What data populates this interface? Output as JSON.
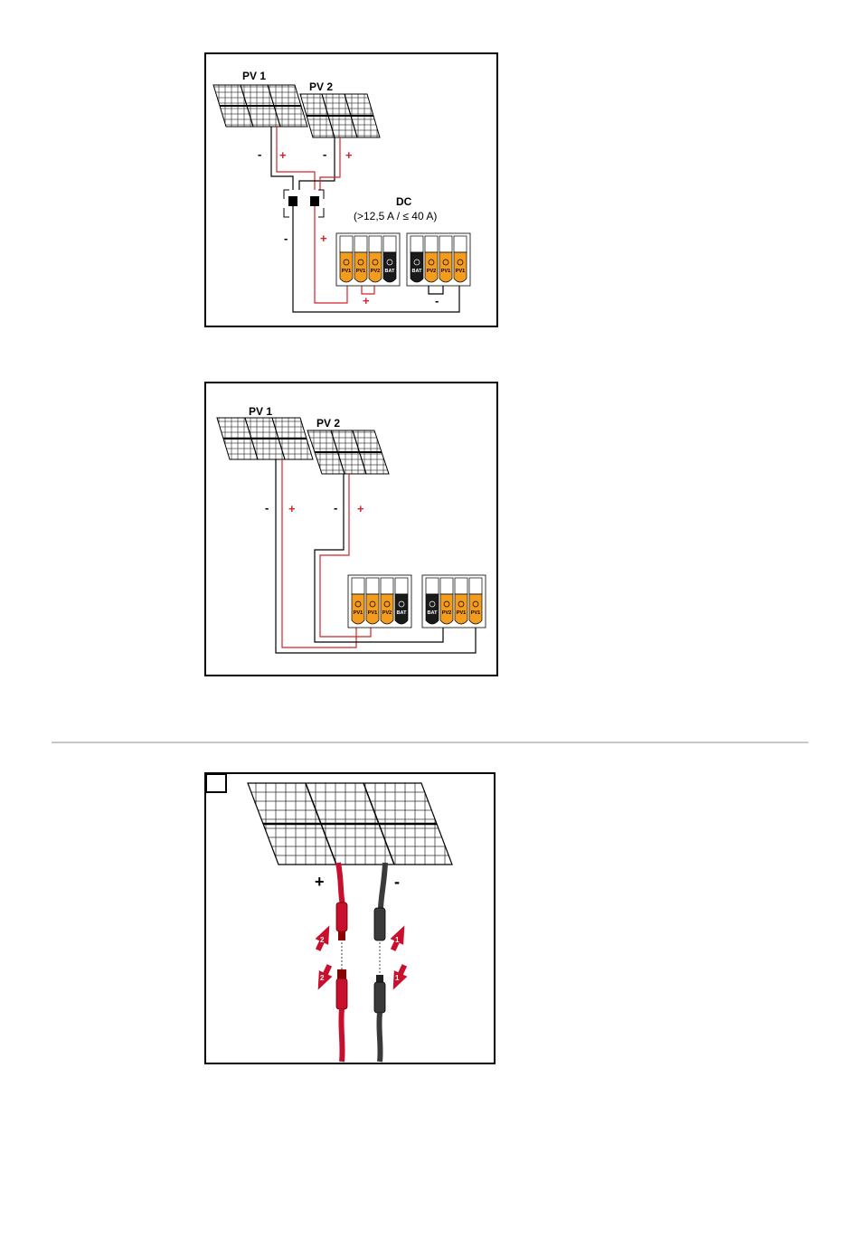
{
  "figure1": {
    "pv1": "PV 1",
    "pv2": "PV 2",
    "dc_title": "DC",
    "dc_range": "(>12,5 A / ≤ 40 A)",
    "minus": "-",
    "plus": "+",
    "terminals_left": [
      "PV1",
      "PV1",
      "PV2",
      "BAT"
    ],
    "terminals_right": [
      "BAT",
      "PV2",
      "PV1",
      "PV1"
    ]
  },
  "figure2": {
    "pv1": "PV 1",
    "pv2": "PV 2",
    "minus": "-",
    "plus": "+",
    "terminals_left": [
      "PV1",
      "PV1",
      "PV2",
      "BAT"
    ],
    "terminals_right": [
      "BAT",
      "PV2",
      "PV1",
      "PV1"
    ]
  },
  "figure3": {
    "plus": "+",
    "minus": "-",
    "step_plus": "2",
    "step_minus": "1"
  },
  "colors": {
    "red_wire": "#d2232a",
    "terminal_orange": "#f39c1e",
    "terminal_black": "#1a1a1a",
    "cable_red": "#c8102e",
    "cable_black": "#3a3a3a"
  }
}
